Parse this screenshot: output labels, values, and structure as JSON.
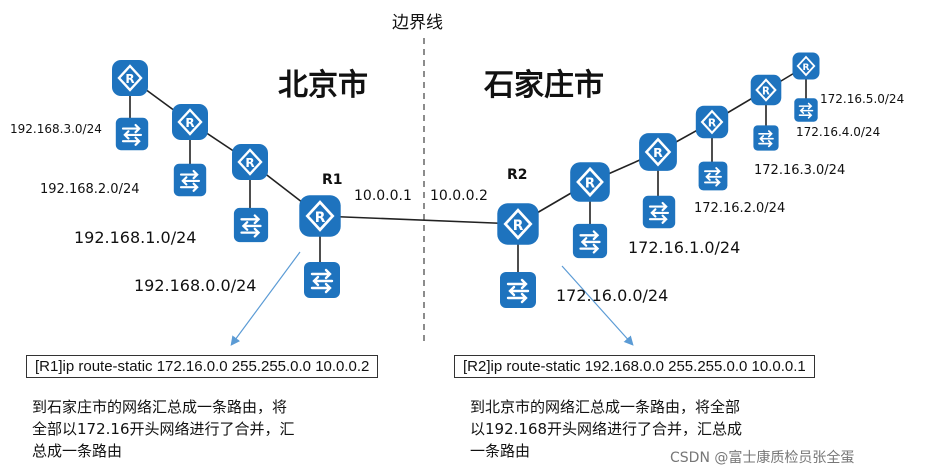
{
  "border": {
    "label": "边界线"
  },
  "regions": {
    "left": "北京市",
    "right": "石家庄市"
  },
  "routers": {
    "r1": {
      "name": "R1",
      "ip": "10.0.0.1"
    },
    "r2": {
      "name": "R2",
      "ip": "10.0.0.2"
    }
  },
  "networks_left": [
    "192.168.3.0/24",
    "192.168.2.0/24",
    "192.168.1.0/24",
    "192.168.0.0/24"
  ],
  "networks_right": [
    "172.16.5.0/24",
    "172.16.4.0/24",
    "172.16.3.0/24",
    "172.16.2.0/24",
    "172.16.1.0/24",
    "172.16.0.0/24"
  ],
  "commands": {
    "r1": "[R1]ip route-static 172.16.0.0 255.255.0.0 10.0.0.2",
    "r2": "[R2]ip route-static 192.168.0.0 255.255.0.0 10.0.0.1"
  },
  "notes": {
    "left": [
      "到石家庄市的网络汇总成一条路由，将",
      "全部以172.16开头网络进行了合并，汇",
      "总成一条路由"
    ],
    "right": [
      "到北京市的网络汇总成一条路由，将全部",
      "以192.168开头网络进行了合并，汇总成",
      "一条路由"
    ]
  },
  "watermark": "CSDN @富士康质检员张全蛋",
  "colors": {
    "device": "#1e73be",
    "arrow": "#5b9bd5",
    "line": "#222222"
  }
}
